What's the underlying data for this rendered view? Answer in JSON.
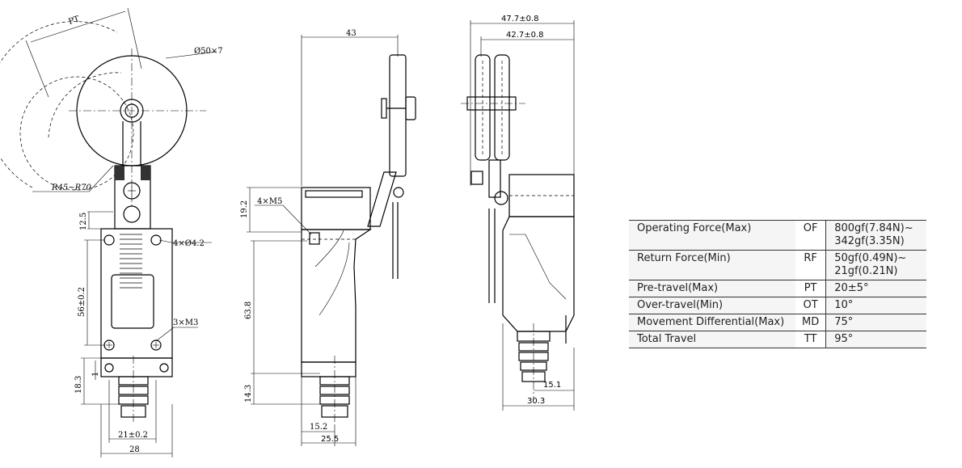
{
  "dimensions": {
    "front": {
      "pt": "PT",
      "roller_dia": "Ø50×7",
      "radius": "R45~R70",
      "d_12_5": "12.5",
      "mount_holes": "4×Ø4.2",
      "d_56": "56±0.2",
      "screws_m3": "3×M3",
      "d_18_3": "18.3",
      "d_1": "1",
      "d_21": "21±0.2",
      "d_28": "28"
    },
    "side": {
      "d_43": "43",
      "m5": "4×M5",
      "d_19_2": "19.2",
      "d_63_8": "63.8",
      "d_14_3": "14.3",
      "d_15_2": "15.2",
      "d_25_5": "25.5"
    },
    "back": {
      "d_47_7": "47.7±0.8",
      "d_42_7": "42.7±0.8",
      "d_15_1": "15.1",
      "d_30_3": "30.3"
    }
  },
  "specs": [
    {
      "name": "Operating Force(Max)",
      "code": "OF",
      "value_1": "800gf(7.84N)~",
      "value_2": "342gf(3.35N)"
    },
    {
      "name": "Return Force(Min)",
      "code": "RF",
      "value_1": "50gf(0.49N)~",
      "value_2": "21gf(0.21N)"
    },
    {
      "name": "Pre-travel(Max)",
      "code": "PT",
      "value_1": "20±5°",
      "value_2": ""
    },
    {
      "name": "Over-travel(Min)",
      "code": "OT",
      "value_1": "10°",
      "value_2": ""
    },
    {
      "name": "Movement Differential(Max)",
      "code": "MD",
      "value_1": "75°",
      "value_2": ""
    },
    {
      "name": "Total Travel",
      "code": "TT",
      "value_1": "95°",
      "value_2": ""
    }
  ]
}
